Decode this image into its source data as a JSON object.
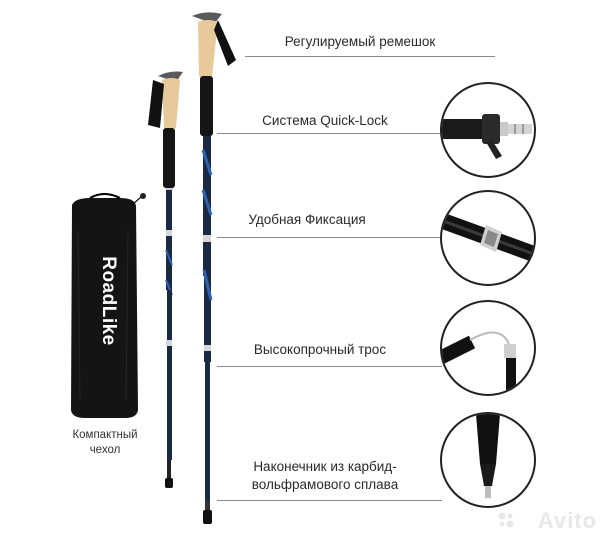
{
  "features": [
    {
      "id": "strap",
      "label": "Регулируемый ремешок"
    },
    {
      "id": "quicklock",
      "label": "Система Quick-Lock"
    },
    {
      "id": "fixation",
      "label": "Удобная Фиксация"
    },
    {
      "id": "cable",
      "label": "Высокопрочный трос"
    },
    {
      "id": "tip_line1",
      "label": "Наконечник из карбид-"
    },
    {
      "id": "tip_line2",
      "label": "вольфрамового сплава"
    }
  ],
  "bag": {
    "brand": "RoadLike",
    "caption_line1": "Компактный",
    "caption_line2": "чехол"
  },
  "watermark": "Avito",
  "colors": {
    "pole_dark": "#1b2a44",
    "pole_blue": "#2f63b3",
    "cork": "#e7c99a",
    "bag": "#141414",
    "line": "#8a8a8a"
  }
}
